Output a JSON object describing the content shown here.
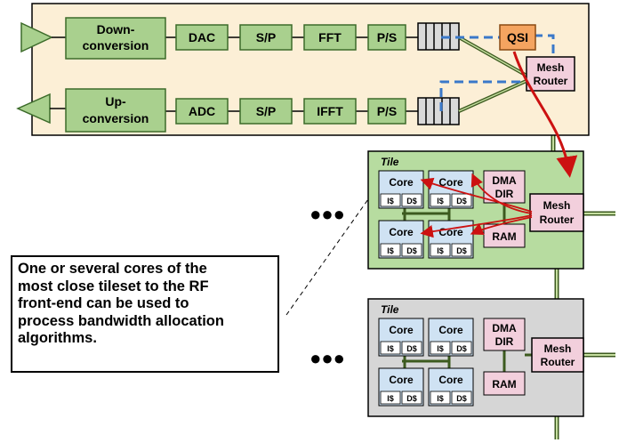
{
  "rf_frontend": {
    "tx": {
      "conversion": [
        "Down-",
        "conversion"
      ],
      "blocks": [
        "DAC",
        "S/P",
        "FFT",
        "P/S"
      ]
    },
    "rx": {
      "conversion": [
        "Up-",
        "conversion"
      ],
      "blocks": [
        "ADC",
        "S/P",
        "IFFT",
        "P/S"
      ]
    },
    "qsi": "QSI",
    "mesh_router": [
      "Mesh",
      "Router"
    ]
  },
  "tiles": [
    {
      "title": "Tile",
      "cores": [
        {
          "label": "Core",
          "is": "I$",
          "ds": "D$"
        },
        {
          "label": "Core",
          "is": "I$",
          "ds": "D$"
        },
        {
          "label": "Core",
          "is": "I$",
          "ds": "D$"
        },
        {
          "label": "Core",
          "is": "I$",
          "ds": "D$"
        }
      ],
      "dma": [
        "DMA",
        "DIR"
      ],
      "ram": "RAM",
      "mesh_router": [
        "Mesh",
        "Router"
      ],
      "ellipsis": "●●●",
      "color": "#b7dca0"
    },
    {
      "title": "Tile",
      "cores": [
        {
          "label": "Core",
          "is": "I$",
          "ds": "D$"
        },
        {
          "label": "Core",
          "is": "I$",
          "ds": "D$"
        },
        {
          "label": "Core",
          "is": "I$",
          "ds": "D$"
        },
        {
          "label": "Core",
          "is": "I$",
          "ds": "D$"
        }
      ],
      "dma": [
        "DMA",
        "DIR"
      ],
      "ram": "RAM",
      "mesh_router": [
        "Mesh",
        "Router"
      ],
      "ellipsis": "●●●",
      "color": "#d6d6d6"
    }
  ],
  "callout": {
    "lines": [
      "One or several cores of the",
      "most close tileset to the RF",
      "front-end can be used to",
      "process bandwidth allocation",
      "algorithms."
    ]
  },
  "colors": {
    "frontend_bg": "#fcefd6",
    "block_green": "#a9d08e",
    "qsi_orange": "#f4a460",
    "router_pink": "#f2cfdc",
    "core_blue": "#cfe2f3",
    "arrow_red": "#cc1111",
    "dashed_blue": "#3a78c9",
    "link_green": "#6b8e3e"
  }
}
